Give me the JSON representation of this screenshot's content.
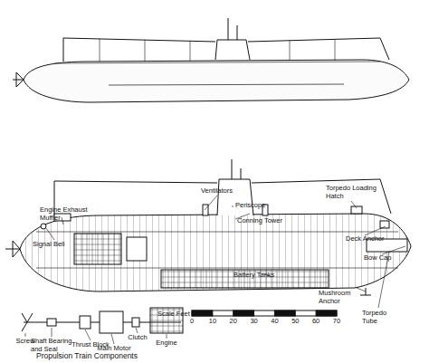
{
  "diagram": {
    "labels": [
      "Ventilators",
      "Periscope",
      "Conning Tower",
      "Torpedo Loading Hatch",
      "Engine Exhaust Muffler",
      "Signal Bell",
      "Deck Anchor",
      "Bow Cap",
      "Battery Tanks",
      "Mushroom Anchor",
      "Torpedo Tube",
      "Scale Feet",
      "0",
      "10",
      "20",
      "30",
      "40",
      "50",
      "60",
      "70",
      "Screw",
      "Shaft Bearing and Seal",
      "Thrust Block",
      "Main Motor",
      "Clutch",
      "Engine",
      "Propulsion Train Components"
    ]
  }
}
